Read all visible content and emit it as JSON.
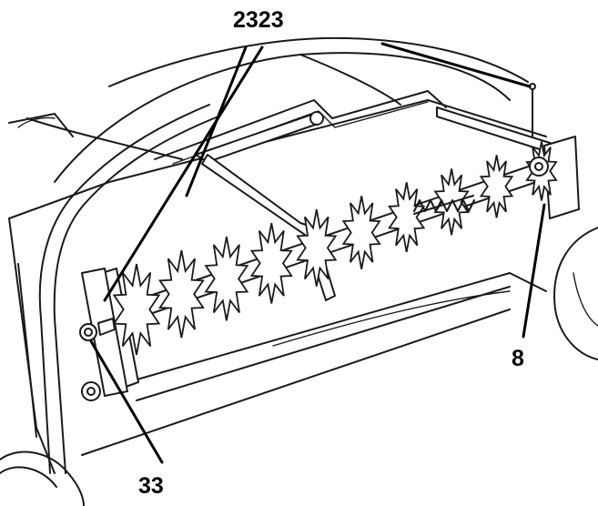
{
  "callouts": {
    "top": "2323",
    "right": "8",
    "bottom": "33"
  },
  "colors": {
    "line": "#1a1a1a",
    "background": "#ffffff"
  }
}
